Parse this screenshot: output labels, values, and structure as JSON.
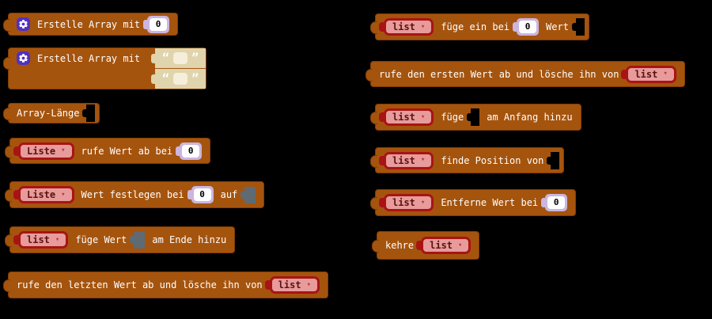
{
  "app": "MakeCode Blockly Arrays flyout (German)",
  "ui": {
    "dropdown_arrow": "▾",
    "quote_open": "“",
    "quote_close": "”"
  },
  "colors": {
    "canvas_bg": "#000000",
    "block_bg": "#A5540E",
    "block_border": "#7F3D05",
    "block_text": "#FFFFFF",
    "var_border": "#A81414",
    "var_fill": "#E79B9B",
    "var_text": "#5C1111",
    "var_arrow": "#C5303A",
    "num_fill": "#CBB6DF",
    "num_field": "#FFFFFF",
    "num_text": "#000000",
    "str_fill": "#DFD4AC",
    "str_field": "#F4EEDA",
    "socket_gray": "#5F6A72",
    "socket_empty": "#000000",
    "gear_bg": "#5230C4",
    "gear_glyph": "#FFFFFF"
  },
  "blocks": [
    {
      "name": "create-array-with-number",
      "label": "Erstelle Array mit",
      "num": "0"
    },
    {
      "name": "create-array-with-text",
      "label": "Erstelle Array mit"
    },
    {
      "name": "array-length",
      "label": "Array-Länge"
    },
    {
      "name": "get-value-at",
      "var": "Liste",
      "label": "rufe Wert ab bei",
      "num": "0"
    },
    {
      "name": "set-value-at",
      "var": "Liste",
      "label": "Wert festlegen bei",
      "num": "0",
      "label2": "auf"
    },
    {
      "name": "push-value",
      "var": "list",
      "label": "füge Wert",
      "label2": "am Ende hinzu"
    },
    {
      "name": "pop-value",
      "label": "rufe den letzten Wert ab und lösche ihn von",
      "var": "list"
    },
    {
      "name": "insert-at",
      "var": "list",
      "label": "füge ein bei",
      "num": "0",
      "label2": "Wert"
    },
    {
      "name": "shift-value",
      "label": "rufe den ersten Wert ab und lösche ihn von",
      "var": "list"
    },
    {
      "name": "unshift-value",
      "var": "list",
      "label": "füge",
      "label2": "am Anfang hinzu"
    },
    {
      "name": "index-of",
      "var": "list",
      "label": "finde Position von"
    },
    {
      "name": "remove-at",
      "var": "list",
      "label": "Entferne Wert bei",
      "num": "0"
    },
    {
      "name": "reverse",
      "label": "kehre",
      "var": "list"
    }
  ]
}
